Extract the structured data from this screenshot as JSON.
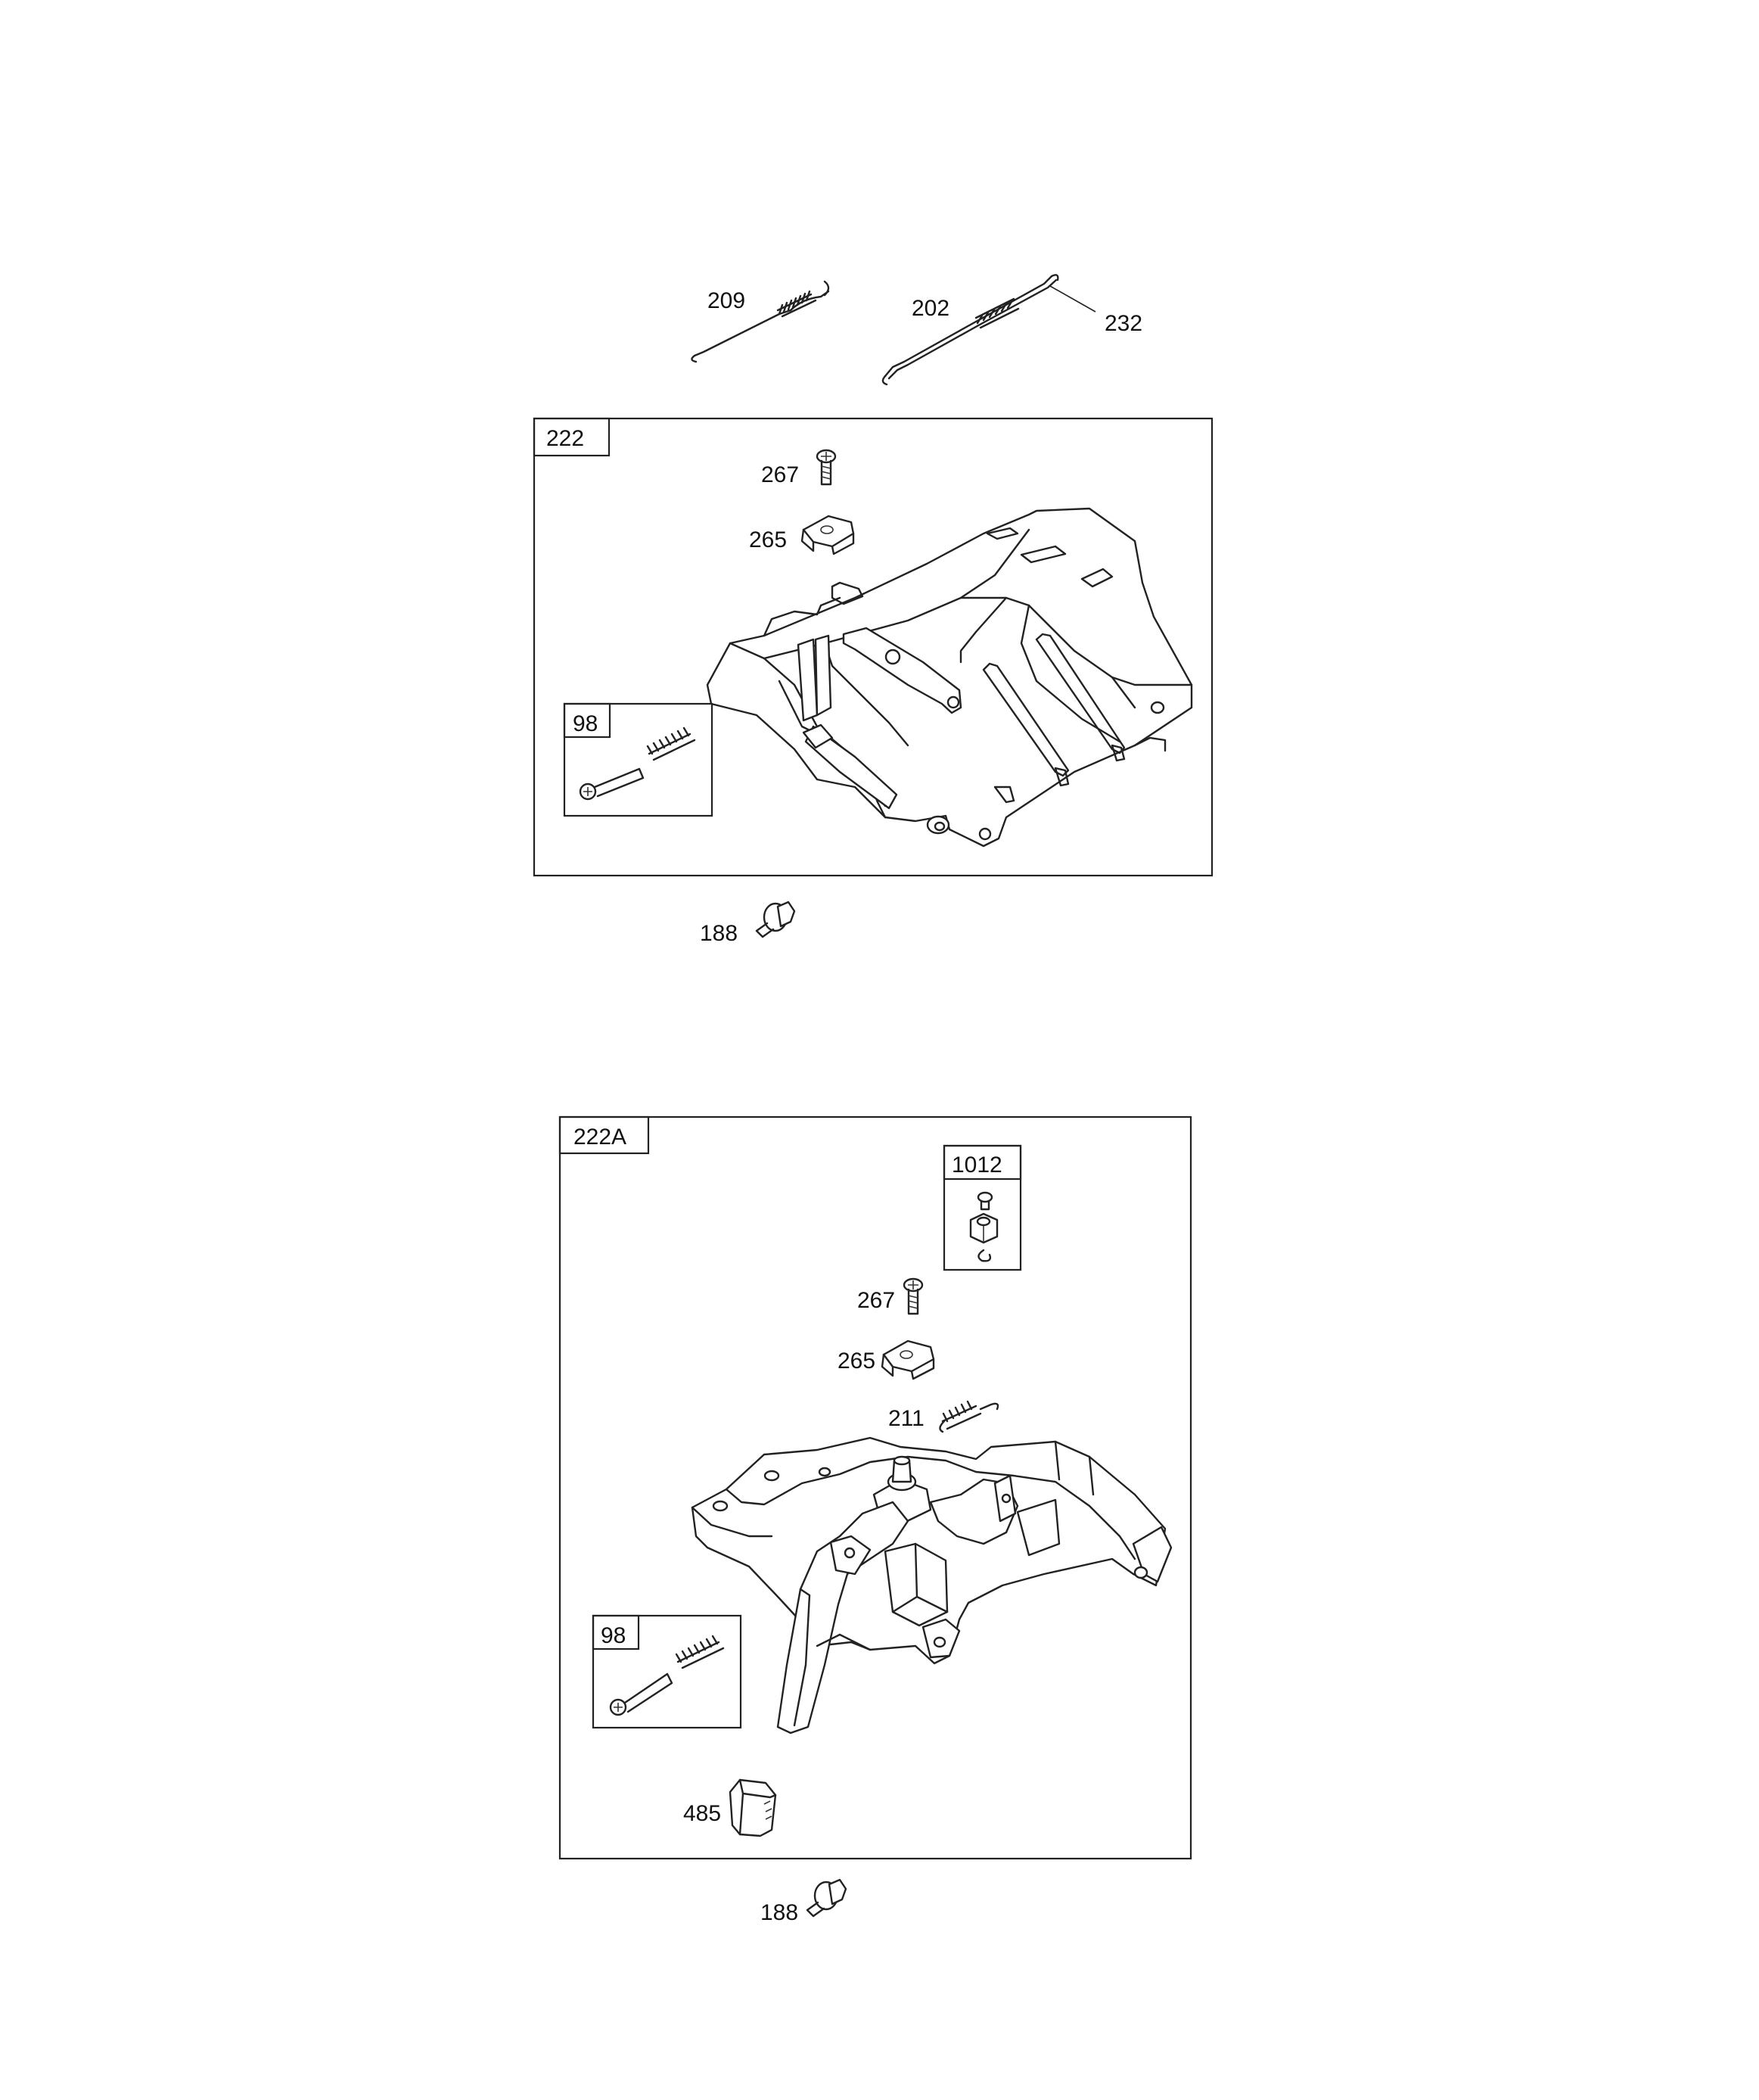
{
  "callouts": {
    "p209": "209",
    "p202": "202",
    "p232": "232",
    "a_box": "222",
    "a_p267": "267",
    "a_p265": "265",
    "a_p98": "98",
    "a_p188": "188",
    "b_box": "222A",
    "b_p1012": "1012",
    "b_p267": "267",
    "b_p265": "265",
    "b_p211": "211",
    "b_p98": "98",
    "b_p485": "485",
    "b_p188": "188"
  },
  "icons": {
    "spring": "spring-icon",
    "rod": "throttle-rod-icon",
    "screw": "screw-icon",
    "bolt": "flange-bolt-icon",
    "clamp": "cable-clamp-icon",
    "bracket": "control-bracket-icon",
    "pin": "pin-icon",
    "knob": "knob-icon",
    "nut": "nut-icon"
  }
}
